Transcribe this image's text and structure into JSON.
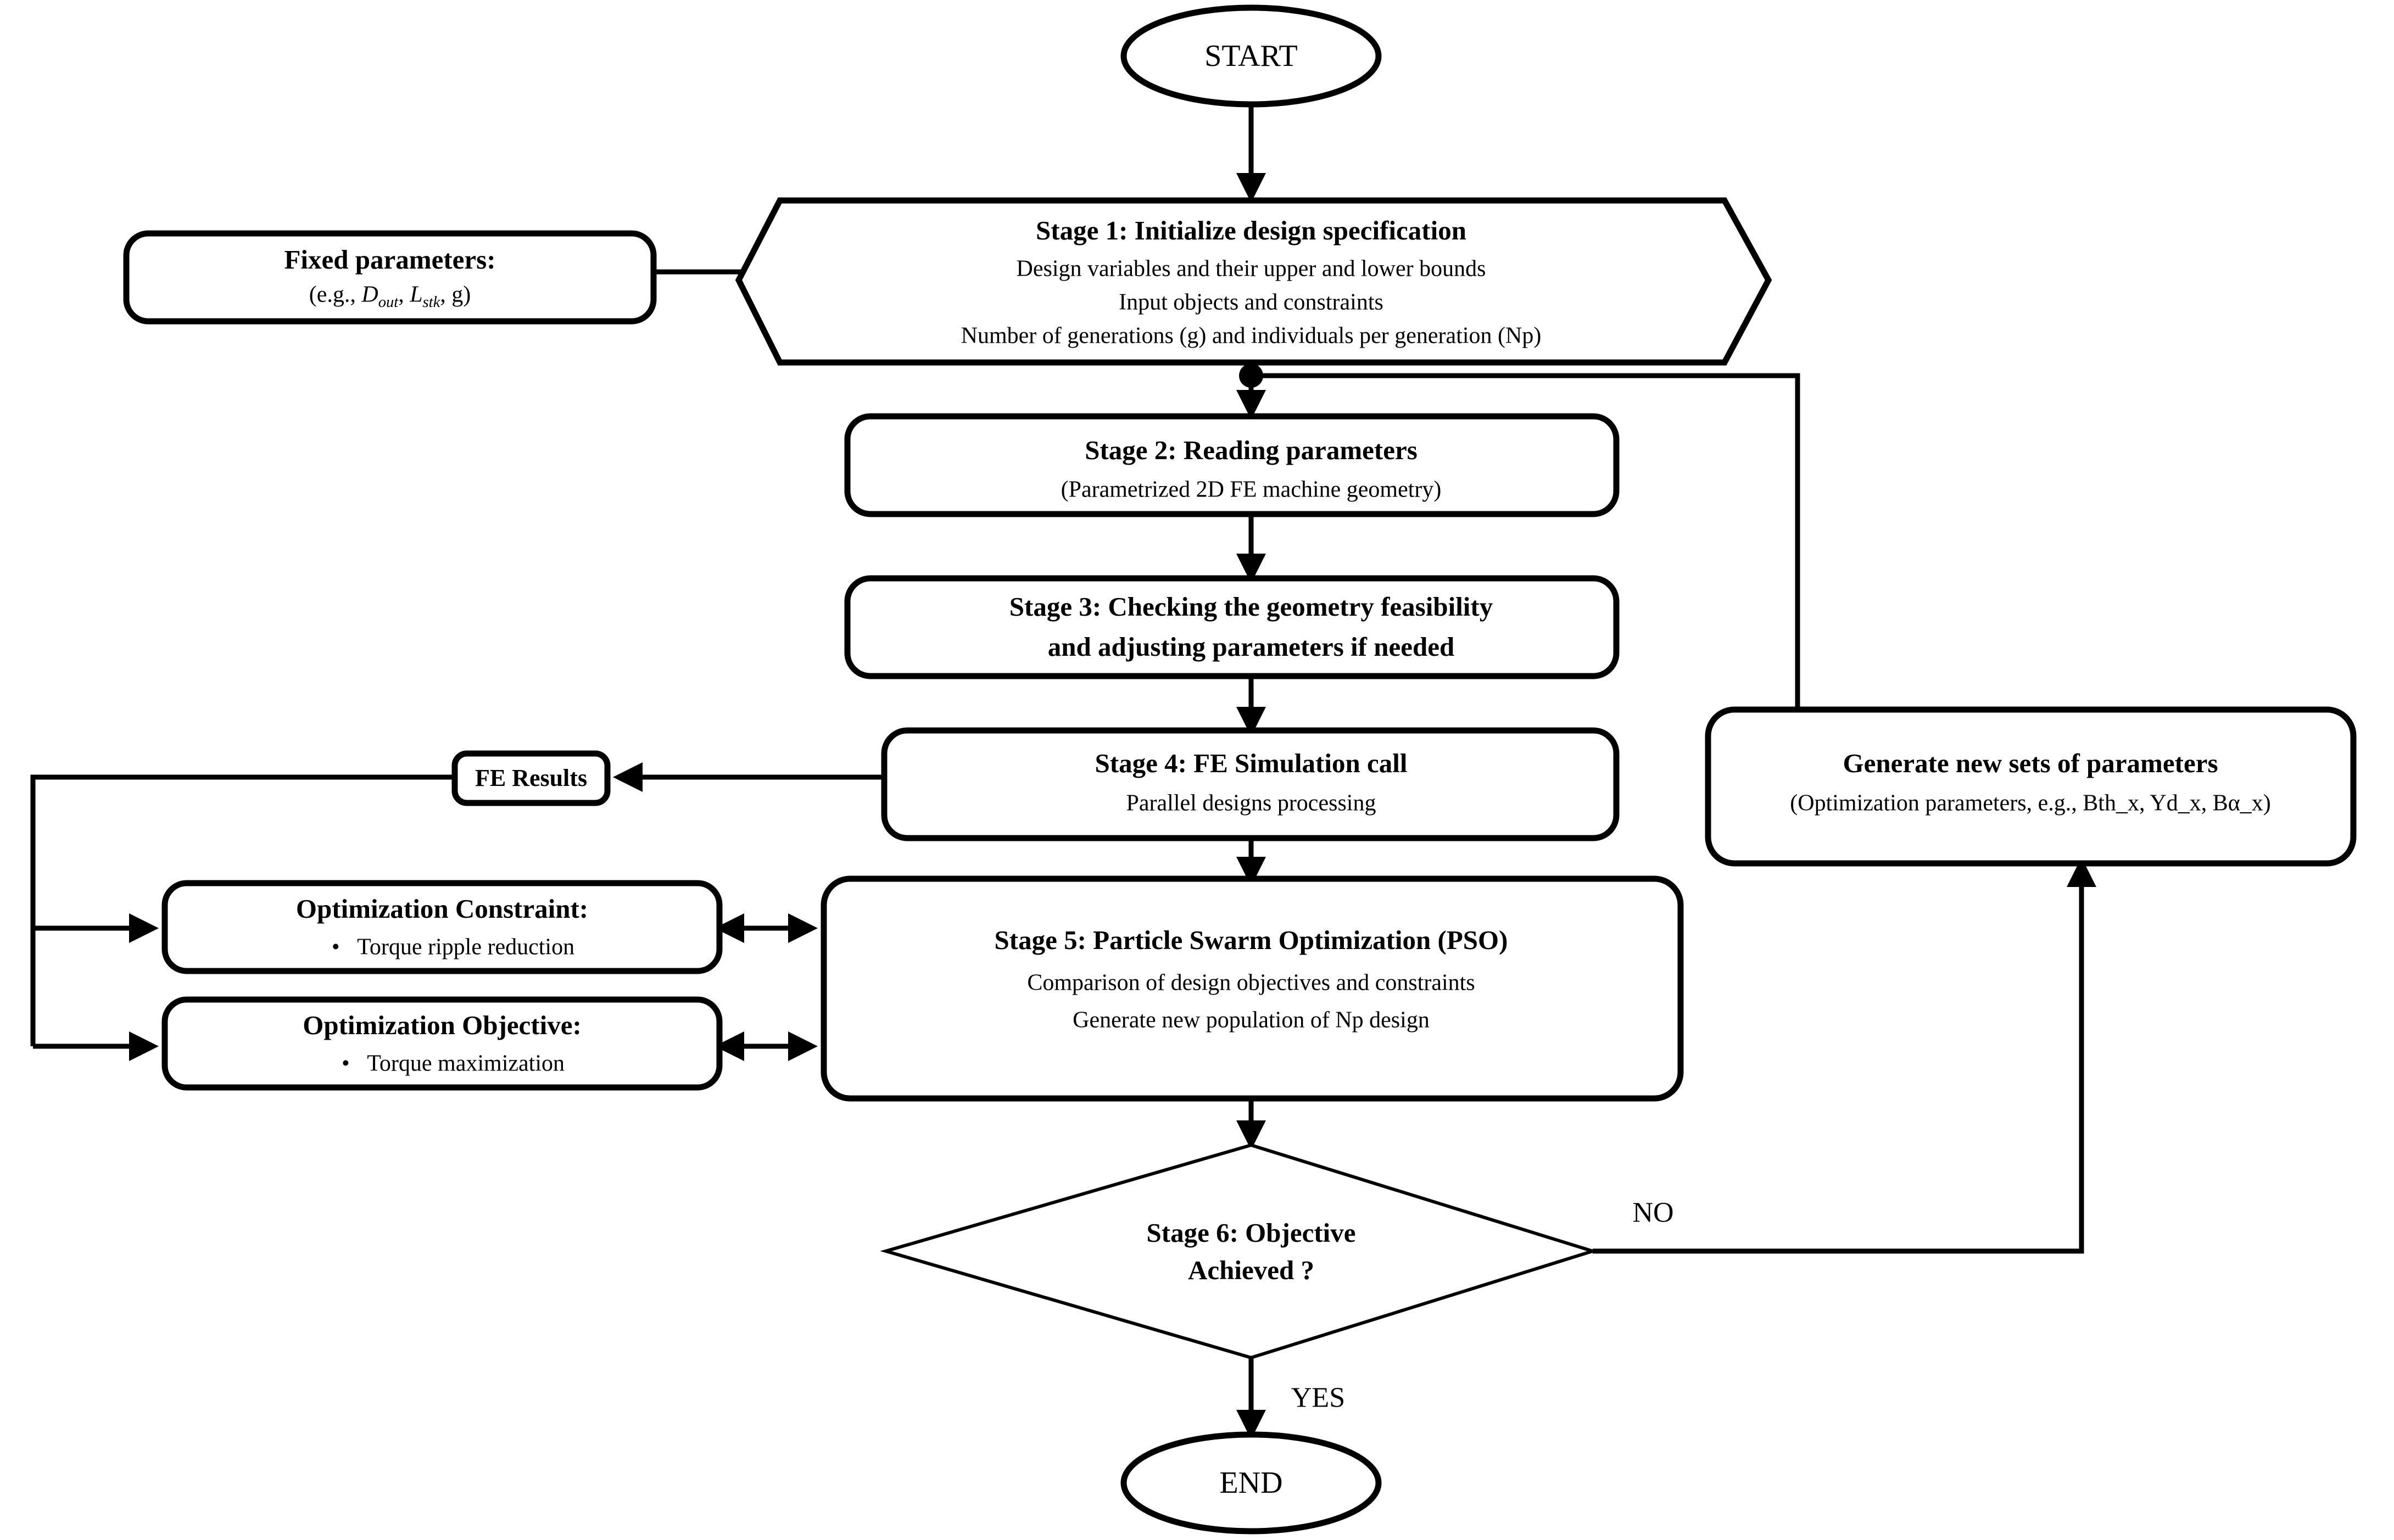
{
  "diagram": {
    "type": "flowchart",
    "title": "Multi-stage PSO-based electrical machine design optimization flowchart",
    "orientation": "top-to-bottom",
    "line_color": "#000000",
    "fill_color": "#ffffff"
  },
  "nodes": {
    "start": {
      "shape": "terminator-oval",
      "label": "START"
    },
    "end": {
      "shape": "terminator-oval",
      "label": "END"
    },
    "fixed_params": {
      "shape": "rounded-rect",
      "title": "Fixed parameters:",
      "subtitle_prefix": "(e.g., ",
      "var1_base": "D",
      "var1_sub": "out",
      "var2_base": "L",
      "var2_sub": "stk",
      "var3": "g",
      "subtitle_suffix": ")"
    },
    "stage1": {
      "shape": "hexagon",
      "title": "Stage 1: Initialize design specification",
      "lines": [
        "Design variables and their upper and lower bounds",
        "Input objects and constraints",
        "Number of generations (g) and individuals per generation (Np)"
      ]
    },
    "stage2": {
      "shape": "rounded-rect",
      "title": "Stage 2: Reading parameters",
      "lines": [
        "(Parametrized 2D FE machine geometry)"
      ]
    },
    "stage3": {
      "shape": "rounded-rect",
      "title_line1": "Stage 3: Checking the geometry feasibility",
      "title_line2": "and adjusting parameters if needed"
    },
    "stage4": {
      "shape": "rounded-rect",
      "title": "Stage 4: FE Simulation call",
      "lines": [
        "Parallel designs processing"
      ]
    },
    "fe_results": {
      "shape": "rounded-rect",
      "label": "FE Results"
    },
    "opt_constraint": {
      "shape": "rounded-rect",
      "title": "Optimization Constraint:",
      "bullet": "•",
      "item": "Torque ripple reduction"
    },
    "opt_objective": {
      "shape": "rounded-rect",
      "title": "Optimization Objective:",
      "bullet": "•",
      "item": "Torque maximization"
    },
    "stage5": {
      "shape": "rounded-rect",
      "title": "Stage 5: Particle Swarm Optimization (PSO)",
      "lines": [
        "Comparison of design objectives and constraints",
        "Generate new population of Np design"
      ]
    },
    "stage6": {
      "shape": "diamond",
      "title_line1": "Stage 6: Objective",
      "title_line2": "Achieved ?"
    },
    "generate": {
      "shape": "rounded-rect",
      "title": "Generate new sets of parameters",
      "lines": [
        "(Optimization parameters, e.g., Bth_x, Yd_x, Bα_x)"
      ]
    }
  },
  "edge_labels": {
    "no": "NO",
    "yes": "YES"
  }
}
